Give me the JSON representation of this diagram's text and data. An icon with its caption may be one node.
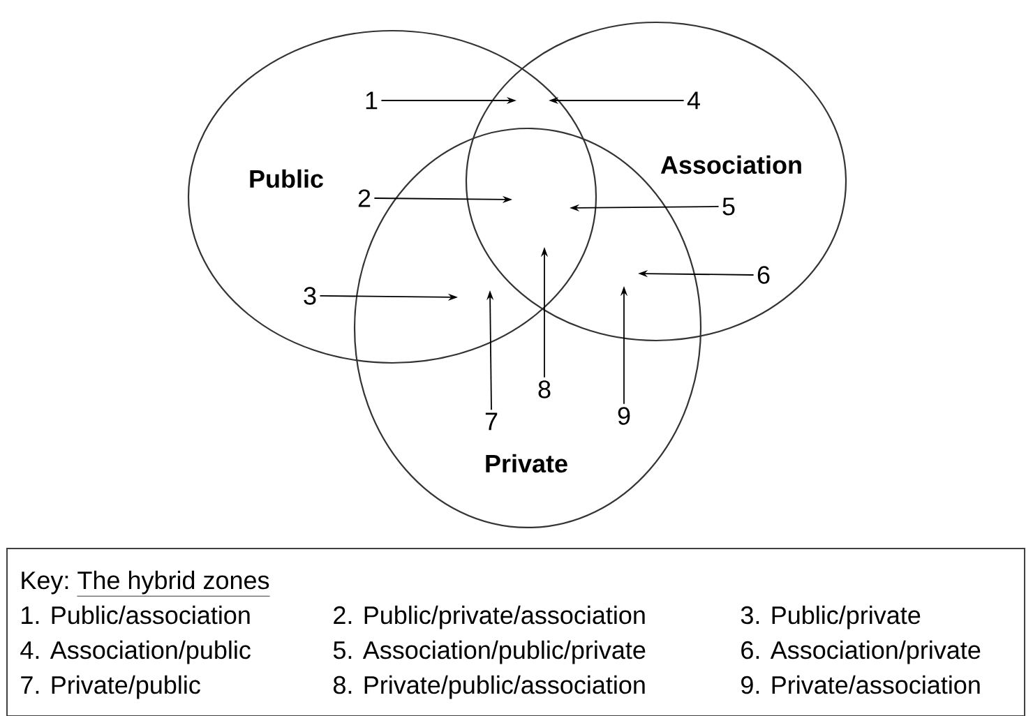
{
  "diagram": {
    "nodes": [
      {
        "text": [
          "Public"
        ]
      },
      {
        "text": [
          "Association"
        ]
      },
      {
        "text": [
          "Private"
        ]
      },
      {
        "text": [
          "1"
        ],
        "in": 0
      },
      {
        "text": [
          "2"
        ],
        "in": 0
      },
      {
        "text": [
          "3"
        ],
        "in": 0
      },
      {
        "text": [
          "4"
        ],
        "in": 1
      },
      {
        "text": [
          "5"
        ],
        "in": 1
      },
      {
        "text": [
          "6"
        ],
        "in": 1
      },
      {
        "text": [
          "7"
        ],
        "in": 2
      },
      {
        "text": [
          "8"
        ],
        "in": 2
      },
      {
        "text": [
          "9"
        ],
        "in": 2
      },
      {
        "text": [
          "Key:",
          "The hybrid zones",
          "1. Public/association",
          "2. Public/private/association",
          "3. Public/private",
          "4. Association/public",
          "5. Association/public/private",
          "6. Association/private",
          "7. Private/public",
          "8. Private/public/association",
          "9. Private/association"
        ]
      }
    ],
    "edges": [
      {
        "from": 3,
        "to": 1,
        "arrow": "to"
      },
      {
        "from": 4,
        "to": 1,
        "arrow": "to"
      },
      {
        "from": 5,
        "to": 0,
        "arrow": "to"
      },
      {
        "from": 6,
        "to": 1,
        "arrow": "to"
      },
      {
        "from": 7,
        "to": 0,
        "arrow": "to"
      },
      {
        "from": 8,
        "to": 1,
        "arrow": "to"
      },
      {
        "from": 9,
        "to": 0,
        "arrow": "to"
      },
      {
        "from": 10,
        "to": 1,
        "arrow": "to"
      },
      {
        "from": 11,
        "to": 1,
        "arrow": "to"
      }
    ]
  }
}
